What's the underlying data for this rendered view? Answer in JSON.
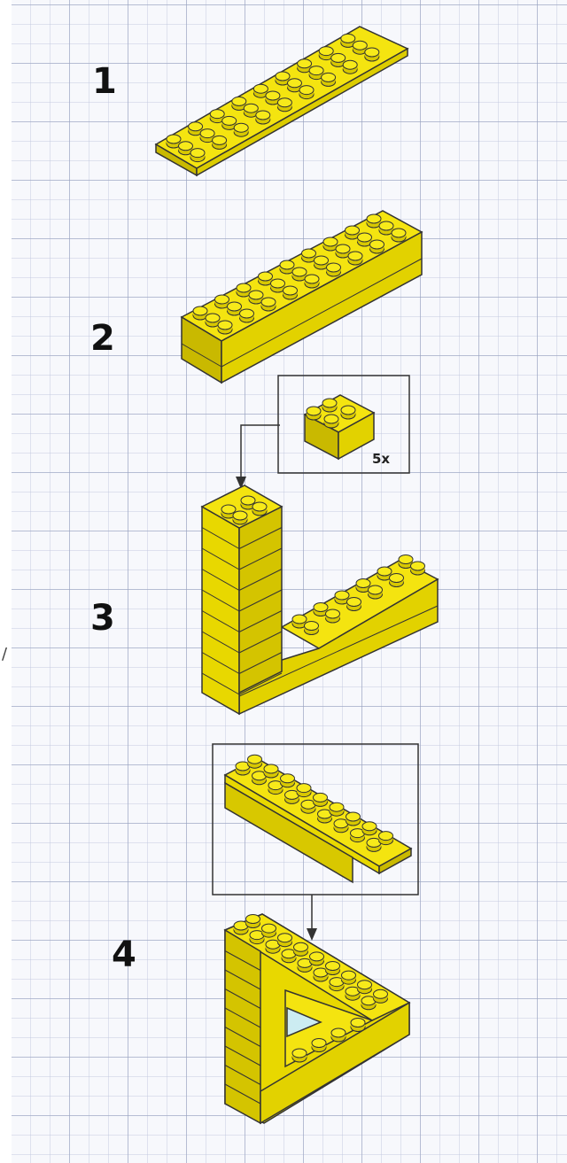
{
  "steps": [
    {
      "label": "1"
    },
    {
      "label": "2"
    },
    {
      "label": "3"
    },
    {
      "label": "4"
    }
  ],
  "callouts": {
    "step3_count": "5x"
  },
  "edge_mark": "/",
  "colors": {
    "brick": "#f0e000",
    "brick_top": "#f7ea1a",
    "brick_side": "#d8c800",
    "outline": "#333333",
    "hole": "#ccecf2",
    "paper": "#f7f8fc"
  }
}
